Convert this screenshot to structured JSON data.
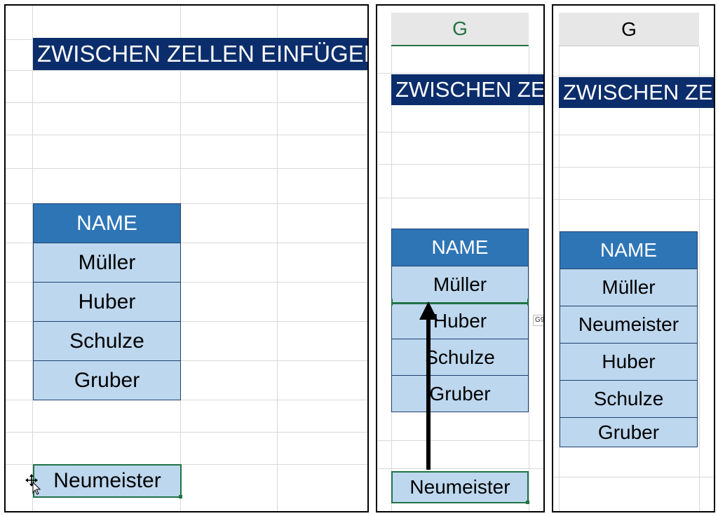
{
  "panel1": {
    "banner": "ZWISCHEN ZELLEN EINFÜGEN",
    "table": {
      "header": "NAME",
      "rows": [
        "Müller",
        "Huber",
        "Schulze",
        "Gruber"
      ]
    },
    "dragged_cell": "Neumeister"
  },
  "panel2": {
    "column_header": "G",
    "banner": "ZWISCHEN ZELLEN EINFÜGEN",
    "table": {
      "header": "NAME",
      "rows": [
        "Müller",
        "Huber",
        "Schulze",
        "Gruber"
      ]
    },
    "dragged_cell": "Neumeister",
    "drop_tooltip": "G9"
  },
  "panel3": {
    "column_header": "G",
    "banner": "ZWISCHEN ZELLEN EINFÜGEN",
    "table": {
      "header": "NAME",
      "rows": [
        "Müller",
        "Neumeister",
        "Huber",
        "Schulze",
        "Gruber"
      ]
    }
  },
  "colors": {
    "banner_bg": "#0b2d6b",
    "header_bg": "#2e75b6",
    "row_bg": "#bdd7ee",
    "selection_green": "#217346",
    "col_header_text_active": "#217346"
  },
  "icons": {
    "cursor": "move-cursor-icon",
    "arrow": "up-arrow-icon"
  }
}
